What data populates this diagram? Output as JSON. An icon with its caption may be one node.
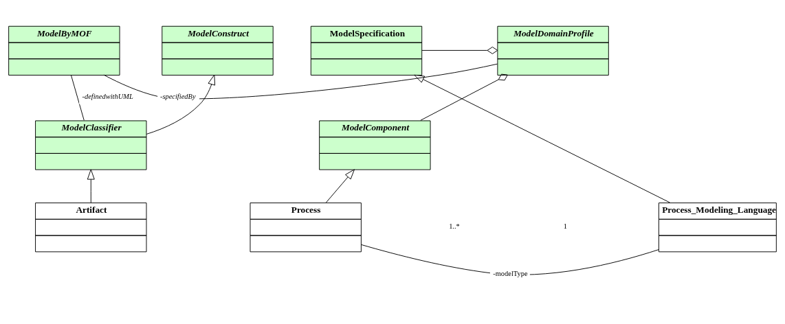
{
  "diagram": {
    "nodes": [
      {
        "text": [
          "ModelByMOF"
        ]
      },
      {
        "text": [
          "ModelDomainProfile"
        ]
      },
      {
        "text": [
          "ModelSpecification"
        ]
      },
      {
        "text": [
          "ModelConstruct"
        ]
      },
      {
        "text": [
          "ModelClassifier"
        ]
      },
      {
        "text": [
          "ModelComponent"
        ]
      },
      {
        "text": [
          "Artifact"
        ]
      },
      {
        "text": [
          "Process"
        ]
      },
      {
        "text": [
          "Process_Modeling_Language"
        ]
      }
    ],
    "edges": [
      {
        "from": 0,
        "to": 1,
        "arrow": "none",
        "label": "-specifiedBy"
      },
      {
        "from": 2,
        "to": 1,
        "arrow": "other"
      },
      {
        "from": 4,
        "to": 0,
        "arrow": "none",
        "label": "-definedwithUML"
      },
      {
        "from": 4,
        "to": 3,
        "arrow": "to"
      },
      {
        "from": 5,
        "to": 1,
        "arrow": "other"
      },
      {
        "from": 6,
        "to": 4,
        "arrow": "to"
      },
      {
        "from": 7,
        "to": 5,
        "arrow": "to"
      },
      {
        "from": 8,
        "to": 2,
        "arrow": "to"
      },
      {
        "from": 7,
        "to": 8,
        "arrow": "none",
        "label": "-modelType"
      }
    ],
    "labels": [
      "1..*",
      "1"
    ]
  }
}
